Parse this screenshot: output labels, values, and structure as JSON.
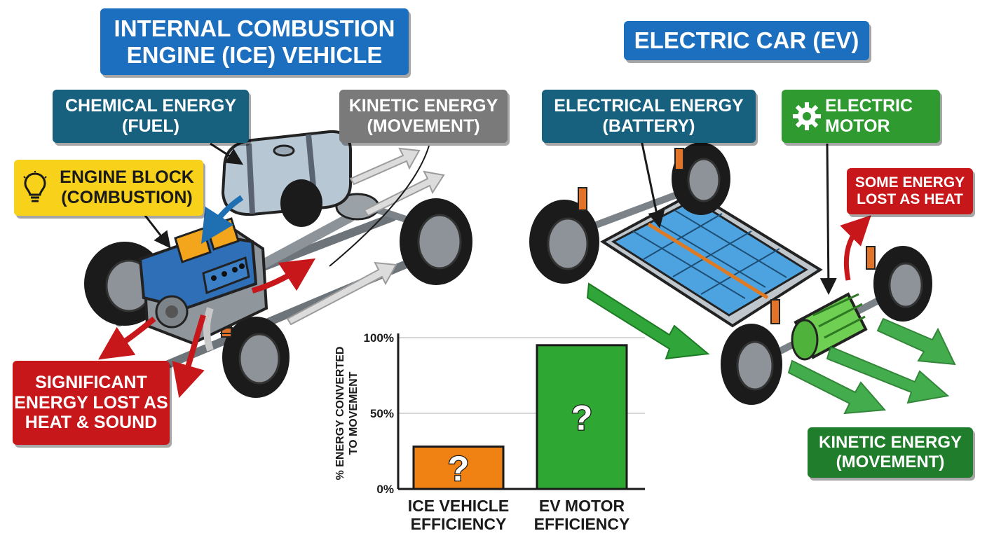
{
  "titles": {
    "ice": [
      "INTERNAL COMBUSTION",
      "ENGINE (ICE) VEHICLE"
    ],
    "ev": "ELECTRIC CAR (EV)"
  },
  "ice_labels": {
    "chemical": [
      "CHEMICAL ENERGY",
      "(FUEL)"
    ],
    "kinetic": [
      "KINETIC ENERGY",
      "(MOVEMENT)"
    ],
    "engine": [
      "ENGINE BLOCK",
      "(COMBUSTION)"
    ],
    "loss": [
      "SIGNIFICANT",
      "ENERGY LOST AS",
      "HEAT & SOUND"
    ]
  },
  "ev_labels": {
    "electrical": [
      "ELECTRICAL ENERGY",
      "(BATTERY)"
    ],
    "motor": [
      "ELECTRIC",
      "MOTOR"
    ],
    "loss": [
      "SOME ENERGY",
      "LOST AS HEAT"
    ],
    "kinetic": [
      "KINETIC ENERGY",
      "(MOVEMENT)"
    ]
  },
  "icons": [
    "lightbulb-icon",
    "gear-icon"
  ],
  "colors": {
    "title_blue": "#1c6fbf",
    "energy_teal": "#17617f",
    "loss_red": "#c8171b",
    "ev_green": "#2f9a2f",
    "ice_bar": "#f08214",
    "ev_bar": "#2ea832"
  },
  "chart_data": {
    "type": "bar",
    "ylabel": "% ENERGY CONVERTED TO MOVEMENT",
    "ylim": [
      0,
      100
    ],
    "yticks": [
      "0%",
      "50%",
      "100%"
    ],
    "categories": [
      [
        "ICE VEHICLE",
        "EFFICIENCY"
      ],
      [
        "EV MOTOR",
        "EFFICIENCY"
      ]
    ],
    "values": [
      28,
      95
    ],
    "bar_text": [
      "?",
      "?"
    ],
    "bar_colors": [
      "#f08214",
      "#2ea832"
    ],
    "grid": true
  }
}
